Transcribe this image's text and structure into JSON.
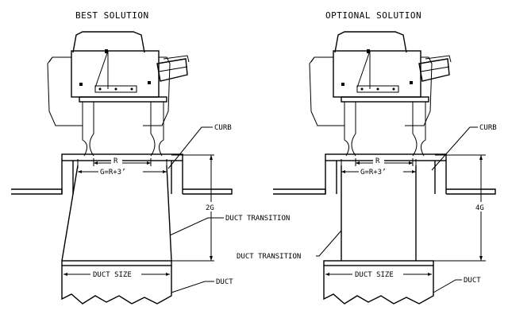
{
  "left": {
    "title": "BEST SOLUTION",
    "curb": "CURB",
    "r": "R",
    "g": "G=R+3’",
    "height": "2G",
    "transition": "DUCT TRANSITION",
    "duct_size": "DUCT SIZE",
    "duct": "DUCT"
  },
  "right": {
    "title": "OPTIONAL SOLUTION",
    "curb": "CURB",
    "r": "R",
    "g": "G=R+3’",
    "height": "4G",
    "transition": "DUCT TRANSITION",
    "duct_size": "DUCT SIZE",
    "duct": "DUCT"
  }
}
